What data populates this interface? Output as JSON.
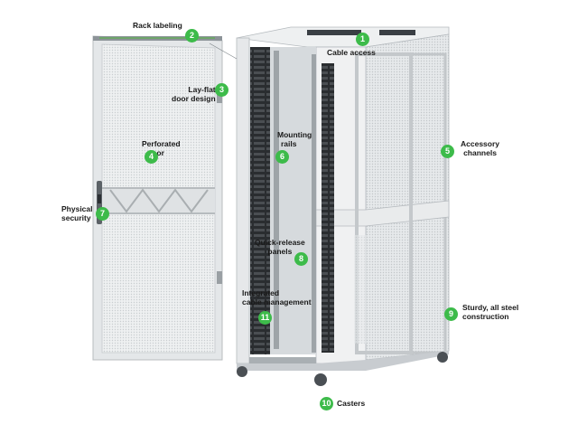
{
  "accent_color": "#3dbb4a",
  "callouts": [
    {
      "num": "1",
      "lines": [
        "Cable access"
      ]
    },
    {
      "num": "2",
      "lines": [
        "Rack labeling"
      ]
    },
    {
      "num": "3",
      "lines": [
        "Lay-flat",
        "door design"
      ]
    },
    {
      "num": "4",
      "lines": [
        "Perforated",
        "door"
      ]
    },
    {
      "num": "5",
      "lines": [
        "Accessory",
        "channels"
      ]
    },
    {
      "num": "6",
      "lines": [
        "Mounting",
        "rails"
      ]
    },
    {
      "num": "7",
      "lines": [
        "Physical",
        "security"
      ]
    },
    {
      "num": "8",
      "lines": [
        "Quick-release",
        "panels"
      ]
    },
    {
      "num": "9",
      "lines": [
        "Sturdy, all steel",
        "construction"
      ]
    },
    {
      "num": "10",
      "lines": [
        "Casters"
      ]
    },
    {
      "num": "11",
      "lines": [
        "Integrated",
        "cable management"
      ]
    }
  ]
}
